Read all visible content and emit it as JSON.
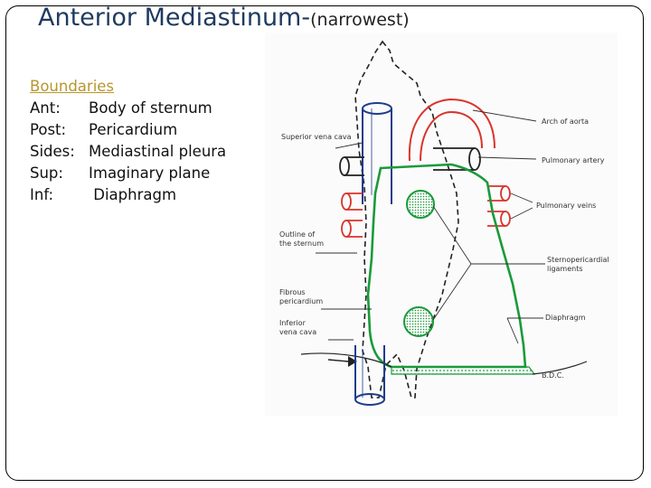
{
  "title": {
    "main": "Anterior Mediastinum-",
    "sub": "(narrowest)"
  },
  "boundaries": {
    "heading": "Boundaries",
    "rows": [
      {
        "key": "Ant:",
        "value": "Body of sternum"
      },
      {
        "key": "Post:",
        "value": "Pericardium"
      },
      {
        "key": "Sides:",
        "value": "Mediastinal pleura"
      },
      {
        "key": "Sup:",
        "value": "Imaginary plane"
      },
      {
        "key": "Inf:",
        "value": " Diaphragm"
      }
    ]
  },
  "figure": {
    "labels": {
      "arch_of_aorta": "Arch of aorta",
      "superior_vena_cava": "Superior vena cava",
      "pulmonary_artery": "Pulmonary artery",
      "pulmonary_veins": "Pulmonary veins",
      "outline_sternum_1": "Outline of",
      "outline_sternum_2": "the sternum",
      "sternopericardial_1": "Sternopericardial",
      "sternopericardial_2": "ligaments",
      "fibrous_pericardium_1": "Fibrous",
      "fibrous_pericardium_2": "pericardium",
      "diaphragm": "Diaphragm",
      "ivc_1": "Inferior",
      "ivc_2": "vena cava",
      "signature": "B.D.C."
    },
    "colors": {
      "pericardium": "#1a9a3a",
      "aorta": "#d8342c",
      "veins": "#1e3c8c",
      "outline": "#222222"
    }
  }
}
